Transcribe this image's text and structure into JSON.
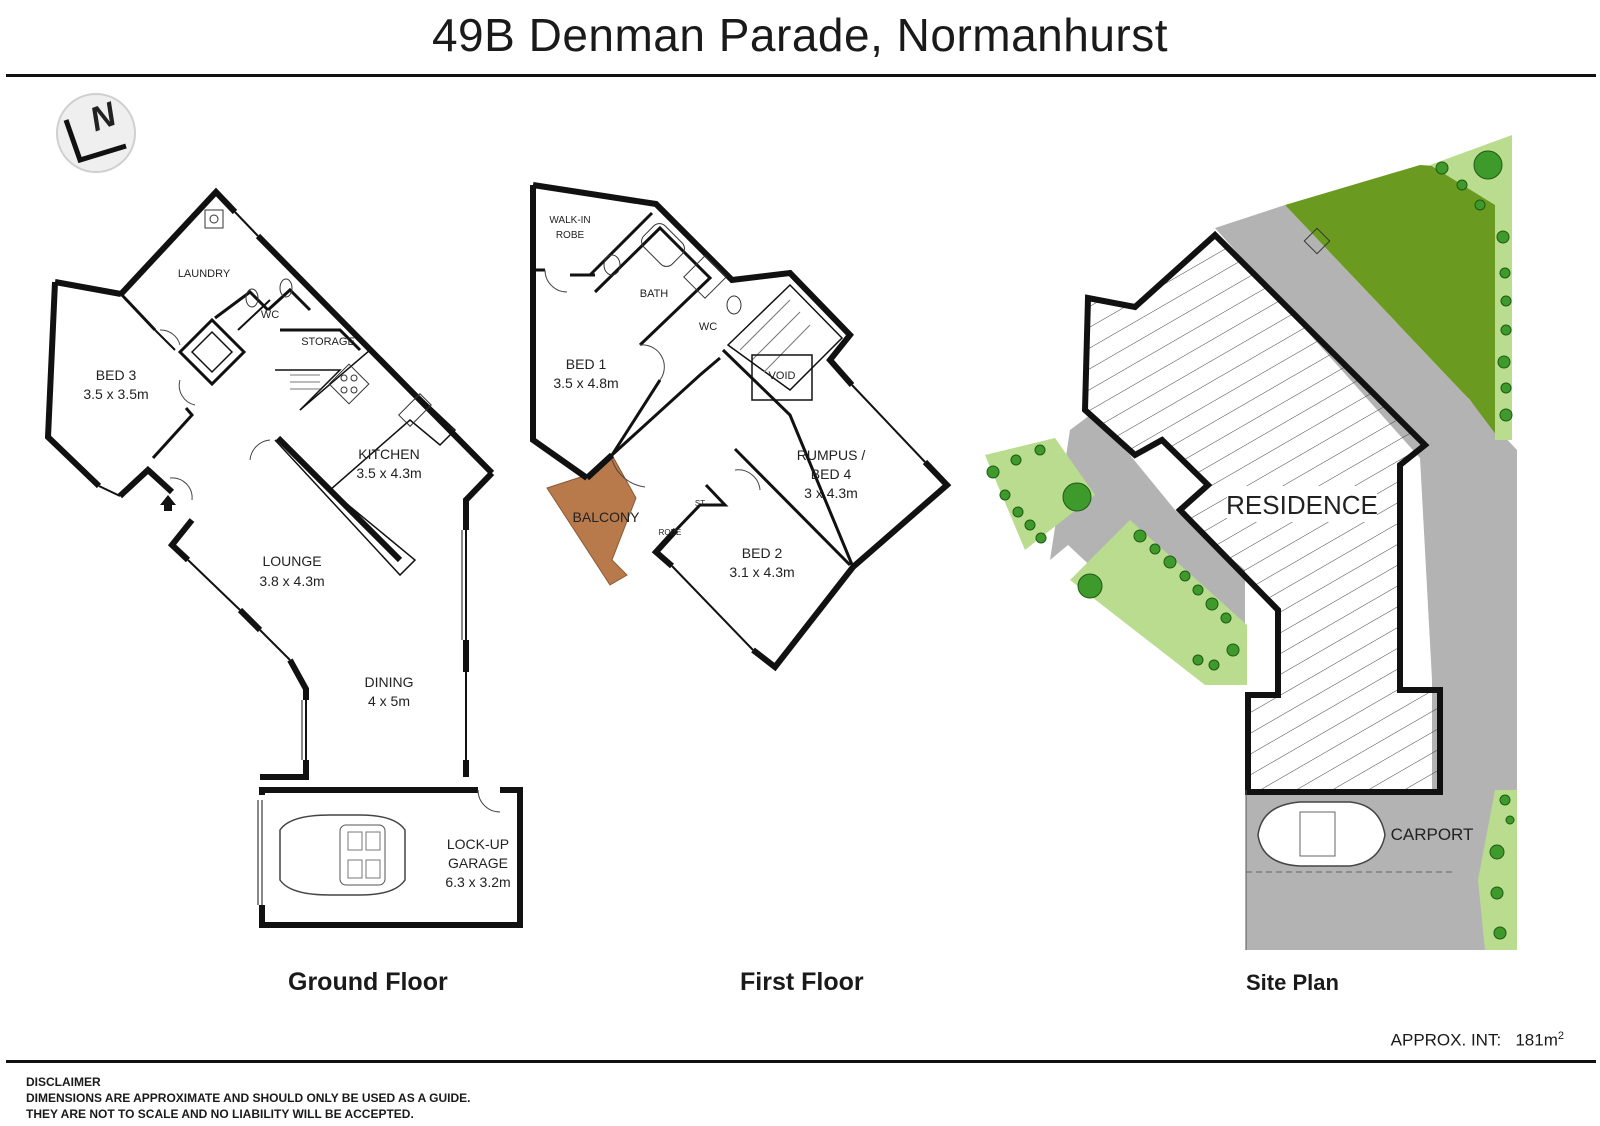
{
  "title": "49B Denman Parade, Normanhurst",
  "compass": {
    "letter": "N",
    "icon": "north-arrow-icon"
  },
  "ground_floor": {
    "caption": "Ground Floor",
    "rooms": {
      "laundry": "LAUNDRY",
      "wc": "WC",
      "storage": "STORAGE",
      "bed3_name": "BED 3",
      "bed3_size": "3.5 x 3.5m",
      "kitchen_name": "KITCHEN",
      "kitchen_size": "3.5 x 4.3m",
      "lounge_name": "LOUNGE",
      "lounge_size": "3.8 x 4.3m",
      "dining_name": "DINING",
      "dining_size": "4 x 5m",
      "garage_line1": "LOCK-UP",
      "garage_line2": "GARAGE",
      "garage_size": "6.3 x 3.2m"
    }
  },
  "first_floor": {
    "caption": "First Floor",
    "rooms": {
      "walkin_line1": "WALK-IN",
      "walkin_line2": "ROBE",
      "bath": "BATH",
      "wc": "WC",
      "void": "VOID",
      "bed1_name": "BED 1",
      "bed1_size": "3.5 x 4.8m",
      "rumpus_line1": "RUMPUS /",
      "rumpus_line2": "BED 4",
      "rumpus_size": "3 x 4.3m",
      "balcony": "BALCONY",
      "st": "ST",
      "robe": "ROBE",
      "bed2_name": "BED 2",
      "bed2_size": "3.1 x 4.3m"
    }
  },
  "site_plan": {
    "caption": "Site Plan",
    "residence": "RESIDENCE",
    "carport": "CARPORT"
  },
  "approx_int": {
    "label": "APPROX. INT:",
    "value": "181m",
    "unit_sup": "2"
  },
  "disclaimer": {
    "heading": "DISCLAIMER",
    "line1": "DIMENSIONS ARE APPROXIMATE AND SHOULD ONLY BE USED AS A  GUIDE.",
    "line2": "THEY ARE NOT TO SCALE AND NO LIABILITY WILL BE ACCEPTED."
  },
  "colors": {
    "wall": "#111111",
    "balcony": "#b87a4b",
    "lawn": "#b9dc8f",
    "dark_lawn": "#6a9a1f",
    "paving": "#b3b3b3",
    "shrub": "#3e9a2a"
  }
}
